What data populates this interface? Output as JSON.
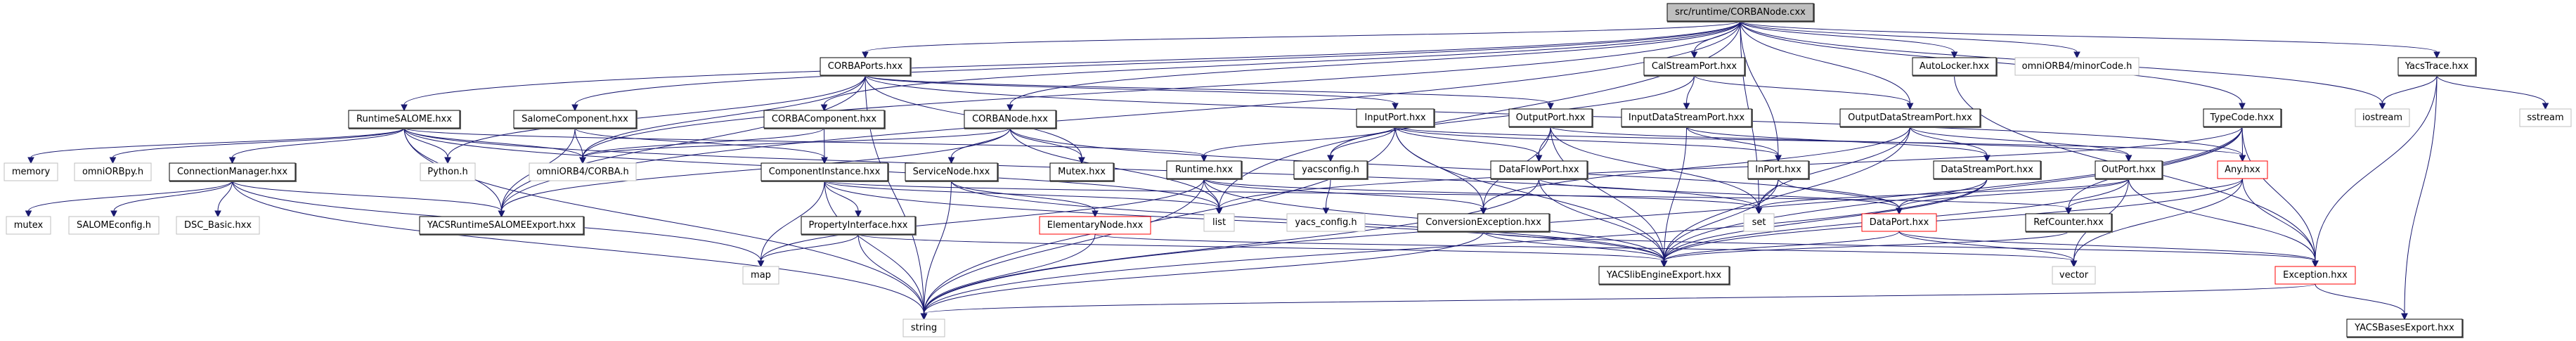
{
  "title": "src/runtime/CORBANode.cxx",
  "colors": {
    "edge": "#191970",
    "root_fill": "#bfbfbf",
    "external_border": "#bfbfbf",
    "incomplete_border": "#ff0000"
  },
  "nodes": [
    {
      "id": "root",
      "label": "src/runtime/CORBANode.cxx",
      "kind": "root"
    },
    {
      "id": "CORBAPorts",
      "label": "CORBAPorts.hxx",
      "kind": "normal"
    },
    {
      "id": "CalStreamPort",
      "label": "CalStreamPort.hxx",
      "kind": "normal"
    },
    {
      "id": "AutoLocker",
      "label": "AutoLocker.hxx",
      "kind": "normal"
    },
    {
      "id": "minorCode",
      "label": "omniORB4/minorCode.h",
      "kind": "external"
    },
    {
      "id": "YacsTrace",
      "label": "YacsTrace.hxx",
      "kind": "normal"
    },
    {
      "id": "RuntimeSALOME",
      "label": "RuntimeSALOME.hxx",
      "kind": "normal"
    },
    {
      "id": "SalomeComponent",
      "label": "SalomeComponent.hxx",
      "kind": "normal"
    },
    {
      "id": "CORBAComponent",
      "label": "CORBAComponent.hxx",
      "kind": "normal"
    },
    {
      "id": "CORBANode",
      "label": "CORBANode.hxx",
      "kind": "normal"
    },
    {
      "id": "InputPort",
      "label": "InputPort.hxx",
      "kind": "normal"
    },
    {
      "id": "OutputPort",
      "label": "OutputPort.hxx",
      "kind": "normal"
    },
    {
      "id": "InputDataStreamPort",
      "label": "InputDataStreamPort.hxx",
      "kind": "normal"
    },
    {
      "id": "OutputDataStreamPort",
      "label": "OutputDataStreamPort.hxx",
      "kind": "normal"
    },
    {
      "id": "TypeCode",
      "label": "TypeCode.hxx",
      "kind": "normal"
    },
    {
      "id": "iostream",
      "label": "iostream",
      "kind": "external"
    },
    {
      "id": "sstream",
      "label": "sstream",
      "kind": "external"
    },
    {
      "id": "memory",
      "label": "memory",
      "kind": "external"
    },
    {
      "id": "omniORBpy",
      "label": "omniORBpy.h",
      "kind": "external"
    },
    {
      "id": "ConnectionManager",
      "label": "ConnectionManager.hxx",
      "kind": "normal"
    },
    {
      "id": "Python",
      "label": "Python.h",
      "kind": "external"
    },
    {
      "id": "CORBAh",
      "label": "omniORB4/CORBA.h",
      "kind": "external"
    },
    {
      "id": "ComponentInstance",
      "label": "ComponentInstance.hxx",
      "kind": "normal"
    },
    {
      "id": "ServiceNode",
      "label": "ServiceNode.hxx",
      "kind": "normal"
    },
    {
      "id": "Mutex",
      "label": "Mutex.hxx",
      "kind": "normal"
    },
    {
      "id": "Runtime",
      "label": "Runtime.hxx",
      "kind": "normal"
    },
    {
      "id": "yacsconfig",
      "label": "yacsconfig.h",
      "kind": "normal"
    },
    {
      "id": "DataFlowPort",
      "label": "DataFlowPort.hxx",
      "kind": "normal"
    },
    {
      "id": "InPort",
      "label": "InPort.hxx",
      "kind": "normal"
    },
    {
      "id": "DataStreamPort",
      "label": "DataStreamPort.hxx",
      "kind": "normal"
    },
    {
      "id": "OutPort",
      "label": "OutPort.hxx",
      "kind": "normal"
    },
    {
      "id": "Any",
      "label": "Any.hxx",
      "kind": "incomplete"
    },
    {
      "id": "mutex",
      "label": "mutex",
      "kind": "external"
    },
    {
      "id": "SALOMEconfig",
      "label": "SALOMEconfig.h",
      "kind": "external"
    },
    {
      "id": "DSC_Basic",
      "label": "DSC_Basic.hxx",
      "kind": "external"
    },
    {
      "id": "YACSRuntimeSALOMEExport",
      "label": "YACSRuntimeSALOMEExport.hxx",
      "kind": "normal"
    },
    {
      "id": "PropertyInterface",
      "label": "PropertyInterface.hxx",
      "kind": "normal"
    },
    {
      "id": "ElementaryNode",
      "label": "ElementaryNode.hxx",
      "kind": "incomplete"
    },
    {
      "id": "list",
      "label": "list",
      "kind": "external"
    },
    {
      "id": "yacs_config",
      "label": "yacs_config.h",
      "kind": "external"
    },
    {
      "id": "ConversionException",
      "label": "ConversionException.hxx",
      "kind": "normal"
    },
    {
      "id": "set",
      "label": "set",
      "kind": "external"
    },
    {
      "id": "DataPort",
      "label": "DataPort.hxx",
      "kind": "incomplete"
    },
    {
      "id": "RefCounter",
      "label": "RefCounter.hxx",
      "kind": "normal"
    },
    {
      "id": "map",
      "label": "map",
      "kind": "external"
    },
    {
      "id": "YACSlibEngineExport",
      "label": "YACSlibEngineExport.hxx",
      "kind": "normal"
    },
    {
      "id": "vector",
      "label": "vector",
      "kind": "external"
    },
    {
      "id": "Exception",
      "label": "Exception.hxx",
      "kind": "incomplete"
    },
    {
      "id": "string",
      "label": "string",
      "kind": "external"
    },
    {
      "id": "YACSBasesExport",
      "label": "YACSBasesExport.hxx",
      "kind": "normal"
    }
  ],
  "edges": [
    [
      "root",
      "CORBAPorts"
    ],
    [
      "root",
      "CalStreamPort"
    ],
    [
      "root",
      "AutoLocker"
    ],
    [
      "root",
      "minorCode"
    ],
    [
      "root",
      "YacsTrace"
    ],
    [
      "root",
      "RuntimeSALOME"
    ],
    [
      "root",
      "SalomeComponent"
    ],
    [
      "root",
      "CORBAComponent"
    ],
    [
      "root",
      "CORBANode"
    ],
    [
      "root",
      "OutputDataStreamPort"
    ],
    [
      "root",
      "TypeCode"
    ],
    [
      "root",
      "iostream"
    ],
    [
      "root",
      "CORBAh"
    ],
    [
      "root",
      "InPort"
    ],
    [
      "root",
      "set"
    ],
    [
      "root",
      "list"
    ],
    [
      "root",
      "YACSRuntimeSALOMEExport"
    ],
    [
      "CORBAPorts",
      "InputPort"
    ],
    [
      "CORBAPorts",
      "OutputPort"
    ],
    [
      "CORBAPorts",
      "CORBAh"
    ],
    [
      "CORBAPorts",
      "Python"
    ],
    [
      "CORBAPorts",
      "Mutex"
    ],
    [
      "CORBAPorts",
      "YACSRuntimeSALOMEExport"
    ],
    [
      "CORBAPorts",
      "string"
    ],
    [
      "CORBAPorts",
      "Any"
    ],
    [
      "CalStreamPort",
      "InputDataStreamPort"
    ],
    [
      "CalStreamPort",
      "OutputDataStreamPort"
    ],
    [
      "CalStreamPort",
      "yacsconfig"
    ],
    [
      "AutoLocker",
      "Exception"
    ],
    [
      "YacsTrace",
      "Exception"
    ],
    [
      "YacsTrace",
      "iostream"
    ],
    [
      "YacsTrace",
      "sstream"
    ],
    [
      "YacsTrace",
      "YACSBasesExport"
    ],
    [
      "RuntimeSALOME",
      "memory"
    ],
    [
      "RuntimeSALOME",
      "omniORBpy"
    ],
    [
      "RuntimeSALOME",
      "ConnectionManager"
    ],
    [
      "RuntimeSALOME",
      "Python"
    ],
    [
      "RuntimeSALOME",
      "CORBAh"
    ],
    [
      "RuntimeSALOME",
      "YACSRuntimeSALOMEExport"
    ],
    [
      "RuntimeSALOME",
      "Runtime"
    ],
    [
      "RuntimeSALOME",
      "string"
    ],
    [
      "RuntimeSALOME",
      "set"
    ],
    [
      "RuntimeSALOME",
      "list"
    ],
    [
      "SalomeComponent",
      "CORBAh"
    ],
    [
      "SalomeComponent",
      "YACSRuntimeSALOMEExport"
    ],
    [
      "SalomeComponent",
      "ComponentInstance"
    ],
    [
      "CORBAComponent",
      "CORBAh"
    ],
    [
      "CORBAComponent",
      "ComponentInstance"
    ],
    [
      "CORBANode",
      "ServiceNode"
    ],
    [
      "CORBANode",
      "Mutex"
    ],
    [
      "CORBANode",
      "CORBAh"
    ],
    [
      "CORBANode",
      "YACSRuntimeSALOMEExport"
    ],
    [
      "CORBANode",
      "list"
    ],
    [
      "CORBANode",
      "DataPort"
    ],
    [
      "InputPort",
      "Runtime"
    ],
    [
      "InputPort",
      "yacsconfig"
    ],
    [
      "InputPort",
      "DataFlowPort"
    ],
    [
      "InputPort",
      "InPort"
    ],
    [
      "InputPort",
      "ConversionException"
    ],
    [
      "InputPort",
      "YACSlibEngineExport"
    ],
    [
      "InputPort",
      "string"
    ],
    [
      "InputPort",
      "Any"
    ],
    [
      "OutputPort",
      "DataFlowPort"
    ],
    [
      "OutputPort",
      "OutPort"
    ],
    [
      "OutputPort",
      "ConversionException"
    ],
    [
      "OutputPort",
      "set"
    ],
    [
      "OutputPort",
      "YACSlibEngineExport"
    ],
    [
      "InputDataStreamPort",
      "InPort"
    ],
    [
      "InputDataStreamPort",
      "DataStreamPort"
    ],
    [
      "InputDataStreamPort",
      "YACSlibEngineExport"
    ],
    [
      "OutputDataStreamPort",
      "DataStreamPort"
    ],
    [
      "OutputDataStreamPort",
      "OutPort"
    ],
    [
      "OutputDataStreamPort",
      "set"
    ],
    [
      "OutputDataStreamPort",
      "ConversionException"
    ],
    [
      "OutputDataStreamPort",
      "YACSlibEngineExport"
    ],
    [
      "TypeCode",
      "Any"
    ],
    [
      "TypeCode",
      "RefCounter"
    ],
    [
      "TypeCode",
      "Exception"
    ],
    [
      "TypeCode",
      "YACSlibEngineExport"
    ],
    [
      "TypeCode",
      "string"
    ],
    [
      "TypeCode",
      "list"
    ],
    [
      "ConnectionManager",
      "mutex"
    ],
    [
      "ConnectionManager",
      "SALOMEconfig"
    ],
    [
      "ConnectionManager",
      "DSC_Basic"
    ],
    [
      "ConnectionManager",
      "YACSRuntimeSALOMEExport"
    ],
    [
      "ConnectionManager",
      "map"
    ],
    [
      "ConnectionManager",
      "string"
    ],
    [
      "ComponentInstance",
      "PropertyInterface"
    ],
    [
      "ComponentInstance",
      "RefCounter"
    ],
    [
      "ComponentInstance",
      "YACSlibEngineExport"
    ],
    [
      "ComponentInstance",
      "list"
    ],
    [
      "ComponentInstance",
      "string"
    ],
    [
      "ComponentInstance",
      "map"
    ],
    [
      "ServiceNode",
      "ElementaryNode"
    ],
    [
      "ServiceNode",
      "string"
    ],
    [
      "ServiceNode",
      "YACSlibEngineExport"
    ],
    [
      "Runtime",
      "list"
    ],
    [
      "Runtime",
      "set"
    ],
    [
      "Runtime",
      "map"
    ],
    [
      "Runtime",
      "string"
    ],
    [
      "Runtime",
      "YACSlibEngineExport"
    ],
    [
      "Runtime",
      "ConversionException"
    ],
    [
      "yacsconfig",
      "yacs_config"
    ],
    [
      "DataFlowPort",
      "DataPort"
    ],
    [
      "DataFlowPort",
      "YACSlibEngineExport"
    ],
    [
      "DataFlowPort",
      "string"
    ],
    [
      "InPort",
      "DataPort"
    ],
    [
      "InPort",
      "set"
    ],
    [
      "InPort",
      "YACSlibEngineExport"
    ],
    [
      "DataStreamPort",
      "DataPort"
    ],
    [
      "DataStreamPort",
      "YACSlibEngineExport"
    ],
    [
      "DataStreamPort",
      "string"
    ],
    [
      "OutPort",
      "DataPort"
    ],
    [
      "OutPort",
      "Exception"
    ],
    [
      "OutPort",
      "set"
    ],
    [
      "OutPort",
      "vector"
    ],
    [
      "OutPort",
      "YACSlibEngineExport"
    ],
    [
      "Any",
      "RefCounter"
    ],
    [
      "Any",
      "Exception"
    ],
    [
      "Any",
      "vector"
    ],
    [
      "Any",
      "YACSlibEngineExport"
    ],
    [
      "PropertyInterface",
      "map"
    ],
    [
      "PropertyInterface",
      "string"
    ],
    [
      "PropertyInterface",
      "YACSlibEngineExport"
    ],
    [
      "ElementaryNode",
      "string"
    ],
    [
      "ElementaryNode",
      "vector"
    ],
    [
      "ConversionException",
      "Exception"
    ],
    [
      "ConversionException",
      "YACSlibEngineExport"
    ],
    [
      "ConversionException",
      "string"
    ],
    [
      "DataPort",
      "Exception"
    ],
    [
      "DataPort",
      "vector"
    ],
    [
      "DataPort",
      "YACSlibEngineExport"
    ],
    [
      "RefCounter",
      "YACSlibEngineExport"
    ],
    [
      "Exception",
      "YACSBasesExport"
    ],
    [
      "Exception",
      "string"
    ]
  ]
}
